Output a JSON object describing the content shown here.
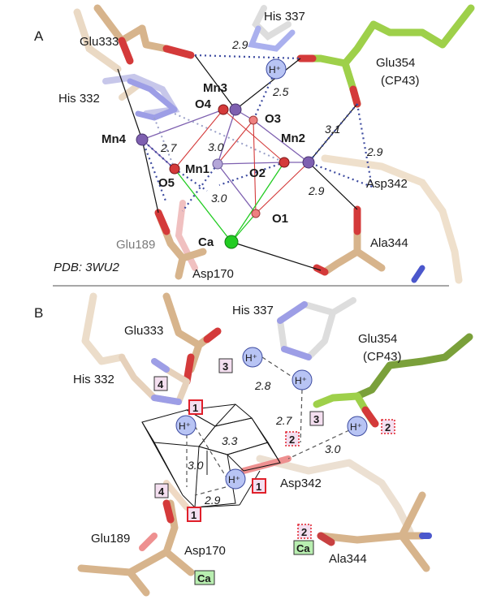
{
  "colors": {
    "carbon_tan": "#d7b48c",
    "oxygen_red": "#d43a3a",
    "nitrogen_blue": "#8a8ae0",
    "glu354_green": "#9ed04a",
    "mn_purple": "#8a70b8",
    "ca_green": "#22cc22",
    "proton_fill": "#b8c4f4",
    "hbond_blue": "#3d4ba0",
    "box_pink": "#f4dff0",
    "box_red": "#e0202a",
    "ca_box": "#b8eeb0"
  },
  "panel_a": {
    "letter": "A",
    "pdb": "PDB: 3WU2",
    "residues": {
      "glu333": "Glu333",
      "his337": "His 337",
      "glu354": "Glu354",
      "cp43": "(CP43)",
      "his332": "His 332",
      "glu189": "Glu189",
      "asp170": "Asp170",
      "asp342": "Asp342",
      "ala344": "Ala344"
    },
    "atoms": {
      "mn1": "Mn1",
      "mn2": "Mn2",
      "mn3": "Mn3",
      "mn4": "Mn4",
      "ca": "Ca",
      "o1": "O1",
      "o2": "O2",
      "o3": "O3",
      "o4": "O4",
      "o5": "O5",
      "proton": "H⁺"
    },
    "distances": {
      "d29_top": "2.9",
      "d25": "2.5",
      "d27": "2.7",
      "d30_mid": "3.0",
      "d30_low": "3.0",
      "d31": "3.1",
      "d29_right": "2.9",
      "d29_low": "2.9"
    }
  },
  "panel_b": {
    "letter": "B",
    "residues": {
      "glu333": "Glu333",
      "his337": "His 337",
      "glu354": "Glu354",
      "cp43": "(CP43)",
      "his332": "His 332",
      "glu189": "Glu189",
      "asp170": "Asp170",
      "asp342": "Asp342",
      "ala344": "Ala344"
    },
    "proton": "H⁺",
    "distances": {
      "d28": "2.8",
      "d27": "2.7",
      "d30_right": "3.0",
      "d33": "3.3",
      "d30_left": "3.0",
      "d29": "2.9"
    },
    "boxes": {
      "b3_top": "3",
      "b4_top": "4",
      "b1_top": "1",
      "b3_mid": "3",
      "b2_mid": "2",
      "b2_right": "2",
      "b1_mid": "1",
      "b4_low": "4",
      "b1_low": "1",
      "b2_ala": "2",
      "ca_label": "Ca"
    }
  }
}
